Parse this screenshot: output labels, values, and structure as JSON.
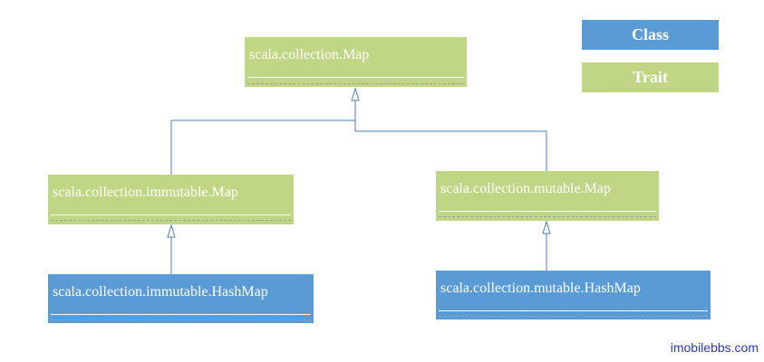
{
  "diagram": {
    "nodes": {
      "map": {
        "label": "scala.collection.Map",
        "kind": "trait"
      },
      "immutable_map": {
        "label": "scala.collection.immutable.Map",
        "kind": "trait"
      },
      "mutable_map": {
        "label": "scala.collection.mutable.Map",
        "kind": "trait"
      },
      "immutable_hashmap": {
        "label": "scala.collection.immutable.HashMap",
        "kind": "class"
      },
      "mutable_hashmap": {
        "label": "scala.collection.mutable.HashMap",
        "kind": "class"
      }
    },
    "edges": [
      {
        "from": "immutable_map",
        "to": "map",
        "type": "inheritance"
      },
      {
        "from": "mutable_map",
        "to": "map",
        "type": "inheritance"
      },
      {
        "from": "immutable_hashmap",
        "to": "immutable_map",
        "type": "inheritance"
      },
      {
        "from": "mutable_hashmap",
        "to": "mutable_map",
        "type": "inheritance"
      }
    ]
  },
  "legend": {
    "class_label": "Class",
    "trait_label": "Trait"
  },
  "colors": {
    "class": "#5b9bd5",
    "trait": "#bfd685",
    "connector": "#4a7fb5",
    "footer": "#2b35c8"
  },
  "footer": {
    "text": "imobilebbs.com"
  }
}
